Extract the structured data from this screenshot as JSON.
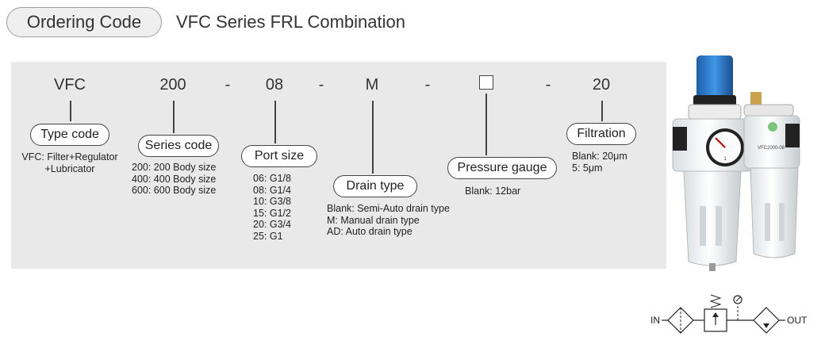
{
  "header": {
    "badge": "Ordering Code",
    "title": "VFC Series FRL Combination"
  },
  "code": {
    "type": "VFC",
    "series": "200",
    "dash1": "-",
    "port": "08",
    "dash2": "-",
    "drain": "M",
    "dash3": "-",
    "dash4": "-",
    "filtration": "20"
  },
  "fields": {
    "type_code": {
      "label": "Type code",
      "lines": [
        "VFC: Filter+Regulator",
        "+Lubricator"
      ]
    },
    "series_code": {
      "label": "Series code",
      "lines": [
        "200: 200 Body size",
        "400: 400 Body size",
        "600: 600 Body size"
      ]
    },
    "port_size": {
      "label": "Port size",
      "lines": [
        "06: G1/8",
        "08: G1/4",
        "10: G3/8",
        "15: G1/2",
        "20: G3/4",
        "25: G1"
      ]
    },
    "drain_type": {
      "label": "Drain type",
      "lines": [
        "Blank: Semi-Auto drain type",
        "M: Manual drain type",
        "AD: Auto drain type"
      ]
    },
    "pressure_gauge": {
      "label": "Pressure gauge",
      "lines": [
        "Blank: 12bar"
      ]
    },
    "filtration": {
      "label": "Filtration",
      "lines": [
        "Blank: 20μm",
        "5: 5μm"
      ]
    }
  },
  "product_image": {
    "gauge_mark": "1",
    "label_text": "VFC2000-08"
  },
  "schematic": {
    "in_label": "IN",
    "out_label": "OUT"
  },
  "colors": {
    "panel": "#e9e9e9",
    "knob_blue": "#2a7fd0",
    "text": "#2b2b2b"
  }
}
